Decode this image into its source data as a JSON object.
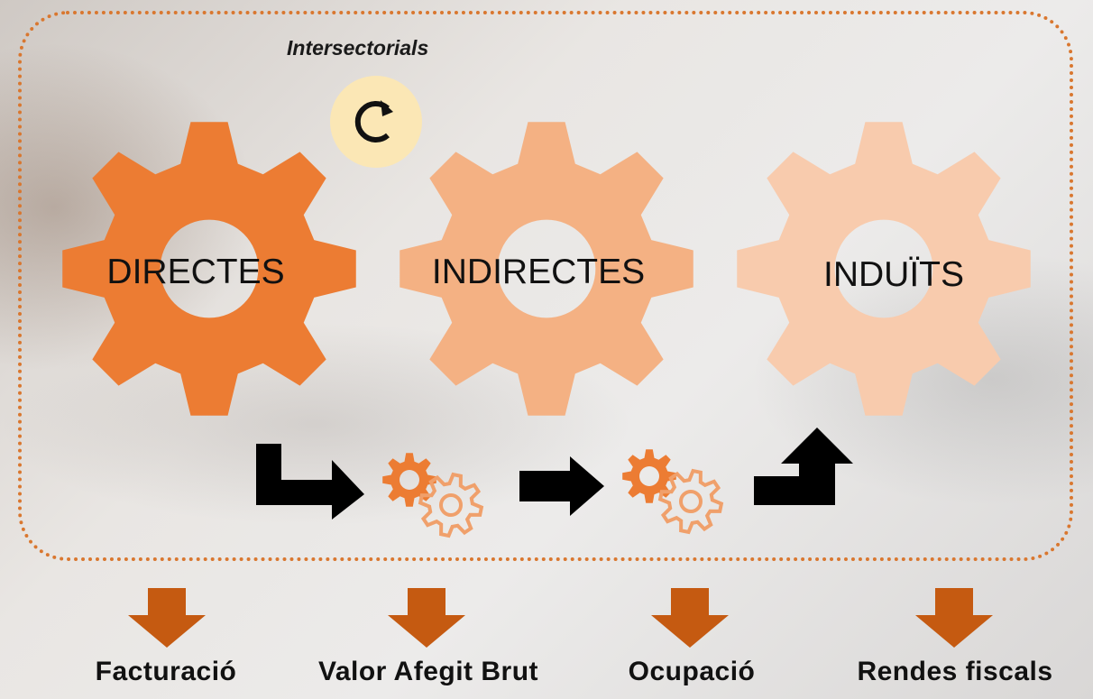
{
  "intersectorial_label": "Intersectorials",
  "gears": [
    {
      "label": "DIRECTES",
      "color": "#ec7c33"
    },
    {
      "label": "INDIRECTES",
      "color": "#f4b183"
    },
    {
      "label": "INDUÏTS",
      "color": "#f8cbad"
    }
  ],
  "icons": {
    "cycle": "refresh-icon",
    "flow": "arrow-icon",
    "mini_gears": "gears-icon",
    "down": "down-arrow-icon"
  },
  "metrics": [
    {
      "label": "Facturació"
    },
    {
      "label": "Valor Afegit Brut"
    },
    {
      "label": "Ocupació"
    },
    {
      "label": "Rendes fiscals"
    }
  ],
  "colors": {
    "frame": "#d9772f",
    "badge": "#fbe7b5",
    "down_arrow": "#c55a11",
    "arrow": "#000000"
  }
}
